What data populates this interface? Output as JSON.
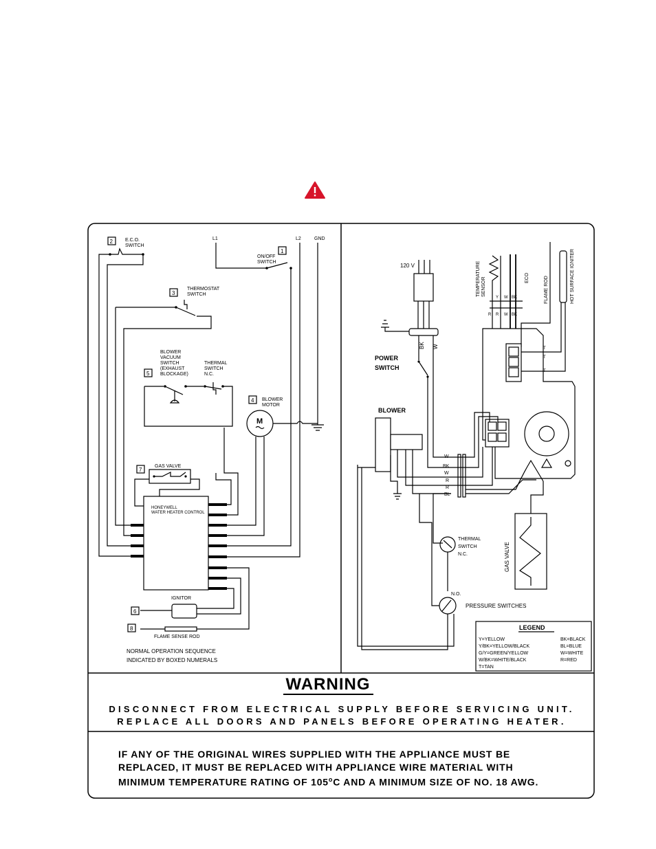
{
  "left": {
    "eco_num": "2",
    "eco_label": [
      "E.C.O.",
      "SWITCH"
    ],
    "l1": "L1",
    "l2": "L2",
    "gnd": "GND",
    "onoff_num": "1",
    "onoff_label": [
      "ON/OFF",
      "SWITCH"
    ],
    "thermostat_num": "3",
    "thermostat_label": [
      "THERMOSTAT",
      "SWITCH"
    ],
    "blower_vac_num": "5",
    "blower_vac_label": [
      "BLOWER",
      "VACUUM",
      "SWITCH",
      "(EXHAUST",
      "BLOCKAGE)"
    ],
    "thermal_label": [
      "THERMAL",
      "SWITCH",
      "N.C."
    ],
    "motor_num": "4",
    "motor_label": [
      "BLOWER",
      "MOTOR"
    ],
    "motor_symbol": "M",
    "gas_valve_num": "7",
    "gas_valve_label": "GAS VALVE",
    "control_label": [
      "HONEYWELL",
      "WATER HEATER CONTROL"
    ],
    "ignitor_num": "6",
    "ignitor_label": "IGNITOR",
    "flame_num": "8",
    "flame_label": "FLAME SENSE ROD",
    "sequence_note": [
      "NORMAL OPERATION SEQUENCE",
      "INDICATED BY BOXED NUMERALS"
    ]
  },
  "right": {
    "v120": "120 V",
    "temp_sensor": [
      "TEMPERATURE",
      "SENSOR"
    ],
    "eco": "ECO",
    "flame_rod": "FLAME ROD",
    "hsi": "HOT SURFACE IGNITER",
    "top_wires": [
      "R",
      "R",
      "Y",
      "W",
      "W",
      "BK",
      "BK"
    ],
    "bk": "BK",
    "w": "W",
    "power_switch": [
      "POWER",
      "SWITCH"
    ],
    "blower": "BLOWER",
    "t_labels": [
      "T",
      "T",
      "T"
    ],
    "harness": [
      "W",
      "BK",
      "W",
      "R",
      "R",
      "BL"
    ],
    "thermal": [
      "THERMAL",
      "SWITCH",
      "N.C."
    ],
    "gas_valve": "GAS VALVE",
    "no": "N.O.",
    "pressure": "PRESSURE SWITCHES",
    "legend_title": "LEGEND",
    "legend_left": [
      "Y=YELLOW",
      "Y/BK=YELLOW/BLACK",
      "G/Y=GREEN/YELLOW",
      "W/BK=WHITE/BLACK",
      "T=TAN"
    ],
    "legend_right": [
      "BK=BLACK",
      "BL=BLUE",
      "W=WHITE",
      "R=RED"
    ]
  },
  "warning": {
    "title": "WARNING",
    "line1": "DISCONNECT FROM ELECTRICAL SUPPLY BEFORE SERVICING UNIT.",
    "line2": "REPLACE ALL DOORS AND PANELS BEFORE OPERATING HEATER."
  },
  "note": {
    "line1": "IF ANY OF THE ORIGINAL WIRES SUPPLIED WITH THE APPLIANCE MUST BE",
    "line2": "REPLACED, IT MUST BE REPLACED WITH APPLIANCE WIRE MATERIAL WITH",
    "line3_a": "MINIMUM TEMPERATURE RATING OF 105",
    "line3_sup": "o",
    "line3_b": "C AND A MINIMUM SIZE OF NO. 18 AWG."
  },
  "colors": {
    "alert": "#d7142a",
    "line": "#000000"
  }
}
